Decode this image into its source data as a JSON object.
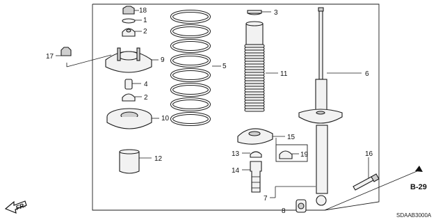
{
  "callouts": {
    "c1": "1",
    "c2a": "2",
    "c2b": "2",
    "c3": "3",
    "c4": "4",
    "c5": "5",
    "c6": "6",
    "c7": "7",
    "c8": "8",
    "c9": "9",
    "c10": "10",
    "c11": "11",
    "c12": "12",
    "c13": "13",
    "c14": "14",
    "c15": "15",
    "c16": "16",
    "c17": "17",
    "c18": "18",
    "c19": "19"
  },
  "reference": "B-29",
  "diagram_code": "SDAAB3000A",
  "direction": "FR.",
  "icons": {
    "direction": "front-arrow-icon",
    "reference": "reference-arrow-icon"
  }
}
